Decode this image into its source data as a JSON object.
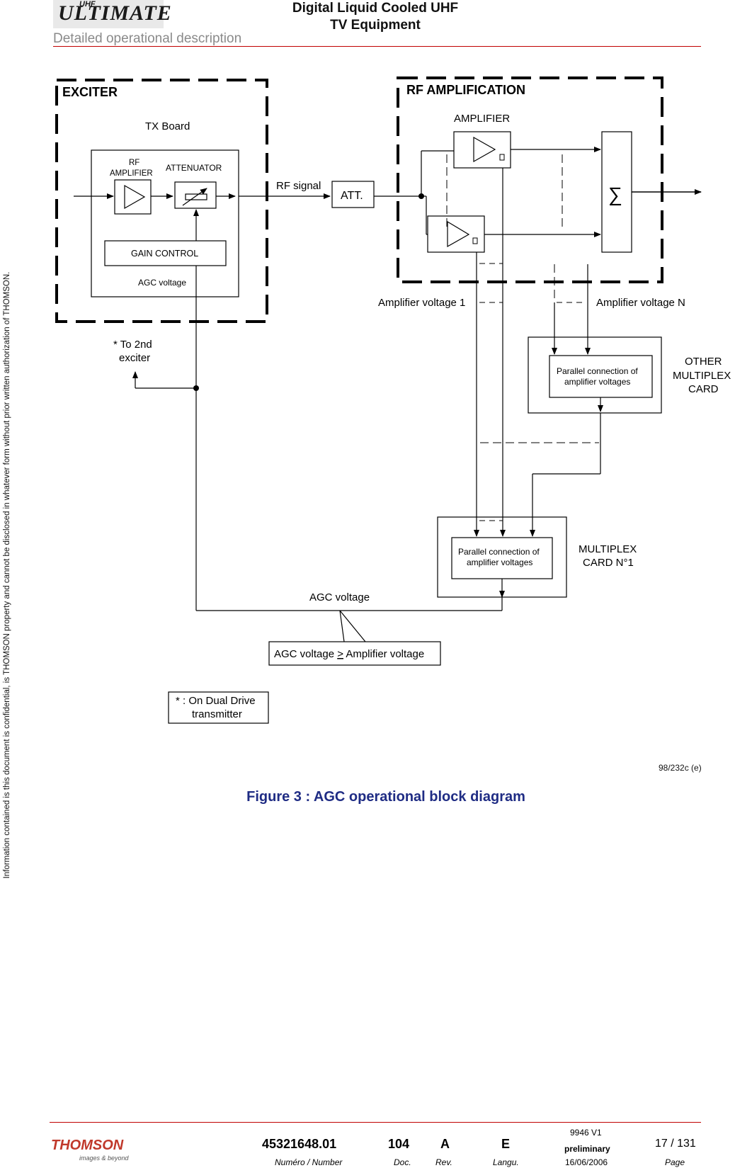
{
  "header": {
    "logo": "ULTIMATE",
    "logo_sup": "UHF",
    "title_line1": "Digital Liquid Cooled UHF",
    "title_line2": "TV Equipment",
    "subtitle": "Detailed operational description"
  },
  "side_note": "Information contained is this document is confidential, is THOMSON property and cannot be disclosed in whatever form without prior written authorization of THOMSON.",
  "diagram": {
    "exciter_title": "EXCITER",
    "tx_board": "TX Board",
    "rf_amplifier": [
      "RF",
      "AMPLIFIER"
    ],
    "attenuator": "ATTENUATOR",
    "gain_control": "GAIN CONTROL",
    "agc_voltage_inner": "AGC voltage",
    "rf_signal": "RF signal",
    "att": "ATT.",
    "rf_amplification_title": "RF AMPLIFICATION",
    "amplifier": "AMPLIFIER",
    "sum_symbol": "∑",
    "amp_voltage_1": "Amplifier voltage 1",
    "amp_voltage_n": "Amplifier voltage N",
    "to_2nd_exciter": [
      "* To 2nd",
      "exciter"
    ],
    "parallel_connection": [
      "Parallel connection of",
      "amplifier voltages"
    ],
    "other_multiplex": [
      "OTHER",
      "MULTIPLEX",
      "CARD"
    ],
    "multiplex_card": [
      "MULTIPLEX",
      "CARD N°1"
    ],
    "agc_voltage": "AGC voltage",
    "agc_condition_left": "AGC voltage ",
    "agc_condition_sign": ">",
    "agc_condition_right": " Amplifier voltage",
    "dual_drive_note": [
      "* : On Dual Drive",
      "transmitter"
    ]
  },
  "figure_ref": "98/232c  (e)",
  "caption": "Figure 3 : AGC operational block diagram",
  "footer": {
    "company": "THOMSON",
    "company_tagline": "images & beyond",
    "number": "45321648.01",
    "doc": "104",
    "rev": "A",
    "langu": "E",
    "version": "9946 V1",
    "status": "preliminary",
    "page": "17 / 131",
    "label_number": "Numéro / Number",
    "label_doc": "Doc.",
    "label_rev": "Rev.",
    "label_langu": "Langu.",
    "date": "16/06/2006",
    "label_page": "Page"
  }
}
